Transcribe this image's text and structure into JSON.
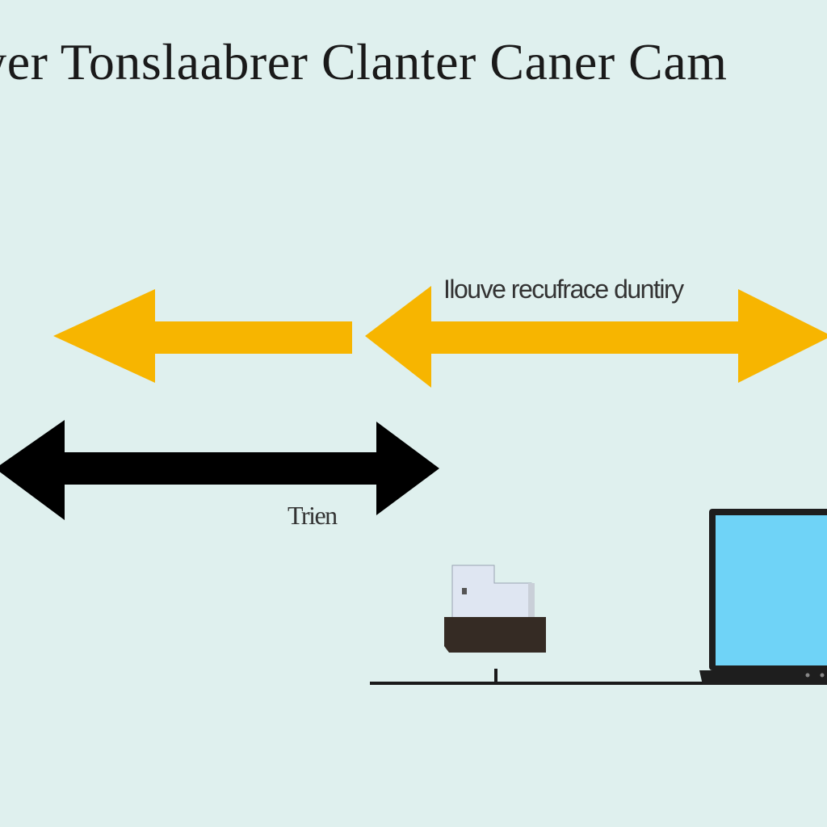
{
  "diagram": {
    "title": "wer Tonslaabrer Clanter Caner Cam",
    "labels": {
      "top": "Ilouve recufrace duntiry",
      "middle": "Trien"
    }
  },
  "colors": {
    "background": "#dff0ee",
    "arrow_yellow": "#f7b500",
    "arrow_black": "#000000",
    "text": "#1a1a1a",
    "laptop_screen": "#6fd3f7",
    "laptop_frame": "#1e1e1e",
    "device_dark": "#352b24",
    "device_paper": "#dfe6f2",
    "ground_line": "#1a1a1a"
  },
  "icons": {
    "laptop": "laptop-icon",
    "printer": "printer-icon"
  }
}
